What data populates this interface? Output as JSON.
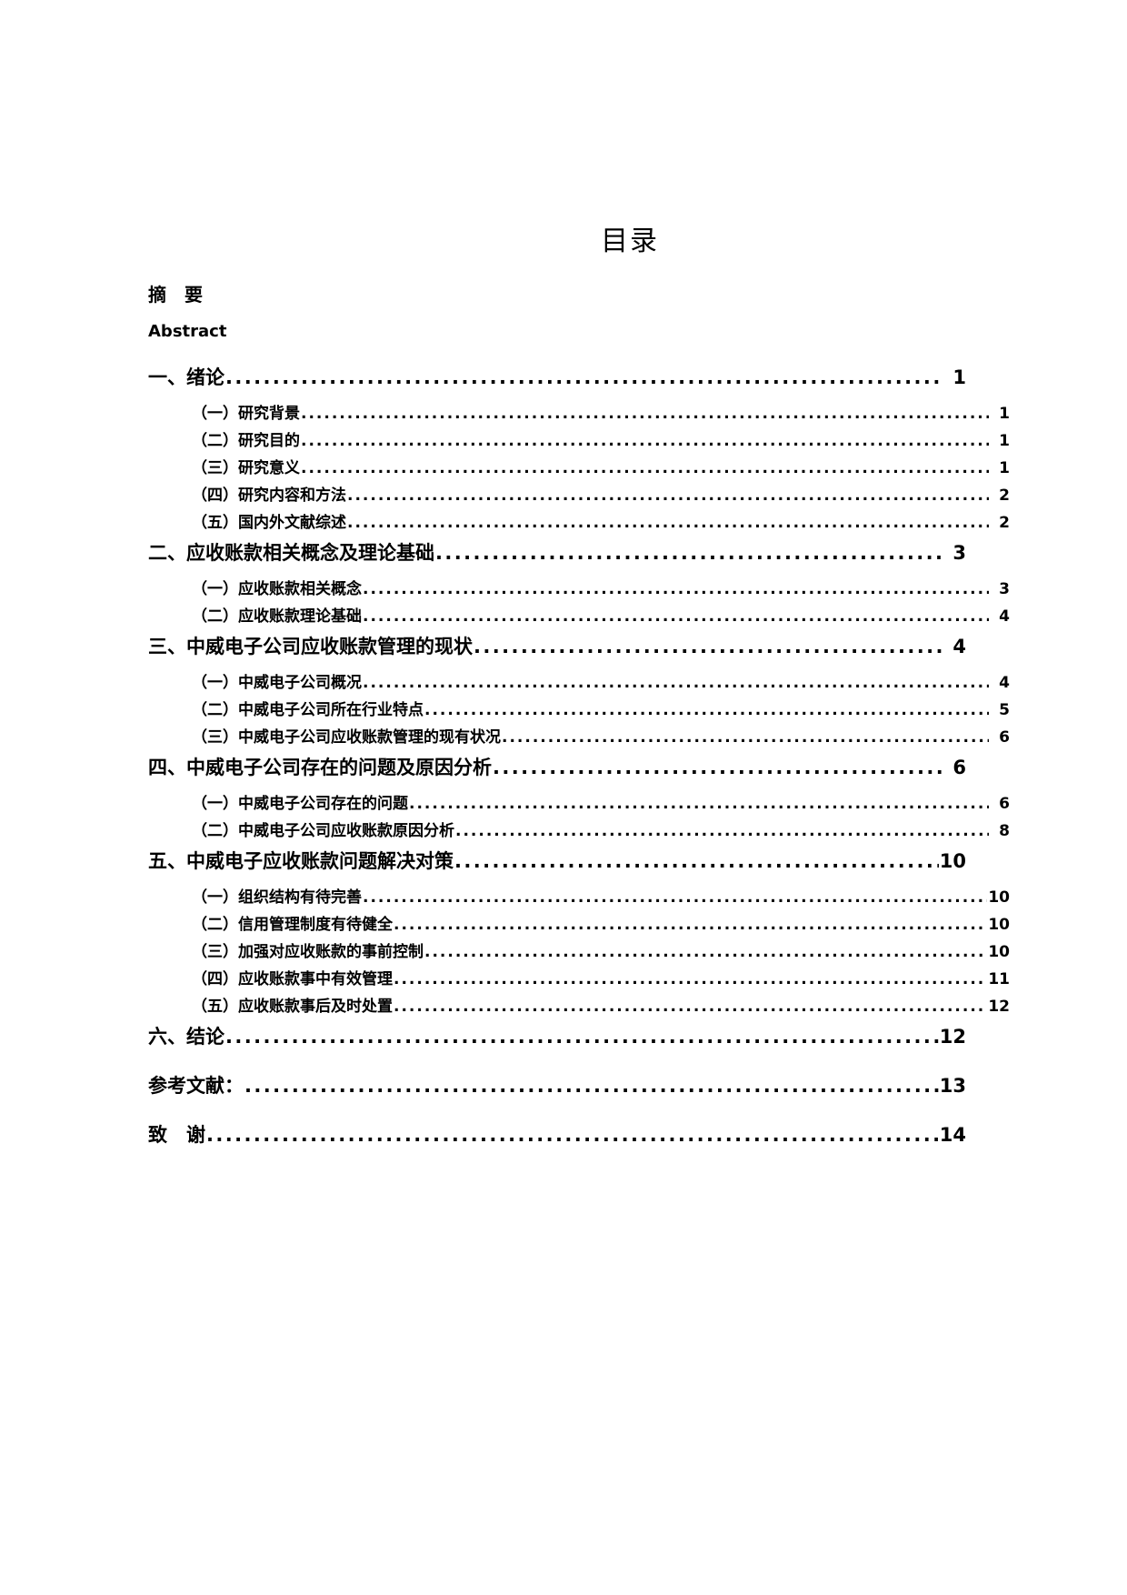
{
  "document": {
    "title": "目录",
    "front_matter": [
      {
        "label": "摘　要",
        "style": "cn"
      },
      {
        "label": "Abstract",
        "style": "en"
      }
    ],
    "toc": [
      {
        "level": 1,
        "label": "一、绪论",
        "page": "1"
      },
      {
        "level": 2,
        "label": "（一）研究背景",
        "page": "1"
      },
      {
        "level": 2,
        "label": "（二）研究目的",
        "page": "1"
      },
      {
        "level": 2,
        "label": "（三）研究意义",
        "page": "1"
      },
      {
        "level": 2,
        "label": "（四）研究内容和方法",
        "page": "2"
      },
      {
        "level": 2,
        "label": "（五）国内外文献综述",
        "page": "2"
      },
      {
        "level": 1,
        "label": "二、应收账款相关概念及理论基础",
        "page": "3"
      },
      {
        "level": 2,
        "label": "（一）应收账款相关概念",
        "page": "3"
      },
      {
        "level": 2,
        "label": "（二）应收账款理论基础",
        "page": "4"
      },
      {
        "level": 1,
        "label": "三、中威电子公司应收账款管理的现状",
        "page": "4"
      },
      {
        "level": 2,
        "label": "（一）中威电子公司概况",
        "page": "4"
      },
      {
        "level": 2,
        "label": "（二）中威电子公司所在行业特点",
        "page": "5"
      },
      {
        "level": 2,
        "label": "（三）中威电子公司应收账款管理的现有状况",
        "page": "6"
      },
      {
        "level": 1,
        "label": "四、中威电子公司存在的问题及原因分析",
        "page": "6"
      },
      {
        "level": 2,
        "label": "（一）中威电子公司存在的问题",
        "page": "6"
      },
      {
        "level": 2,
        "label": "（二）中威电子公司应收账款原因分析",
        "page": "8"
      },
      {
        "level": 1,
        "label": "五、中威电子应收账款问题解决对策",
        "page": "10"
      },
      {
        "level": 2,
        "label": "（一）组织结构有待完善",
        "page": "10"
      },
      {
        "level": 2,
        "label": "（二）信用管理制度有待健全",
        "page": "10"
      },
      {
        "level": 2,
        "label": "（三）加强对应收账款的事前控制",
        "page": "10"
      },
      {
        "level": 2,
        "label": "（四）应收账款事中有效管理",
        "page": "11"
      },
      {
        "level": 2,
        "label": "（五）应收账款事后及时处置",
        "page": "12"
      },
      {
        "level": 1,
        "label": "六、结论",
        "page": "12"
      },
      {
        "level": 1,
        "label": "参考文献：",
        "page": "13",
        "spaced": true
      },
      {
        "level": 1,
        "label": "致　谢",
        "page": "14",
        "spaced": true
      }
    ],
    "leader_char": "."
  }
}
